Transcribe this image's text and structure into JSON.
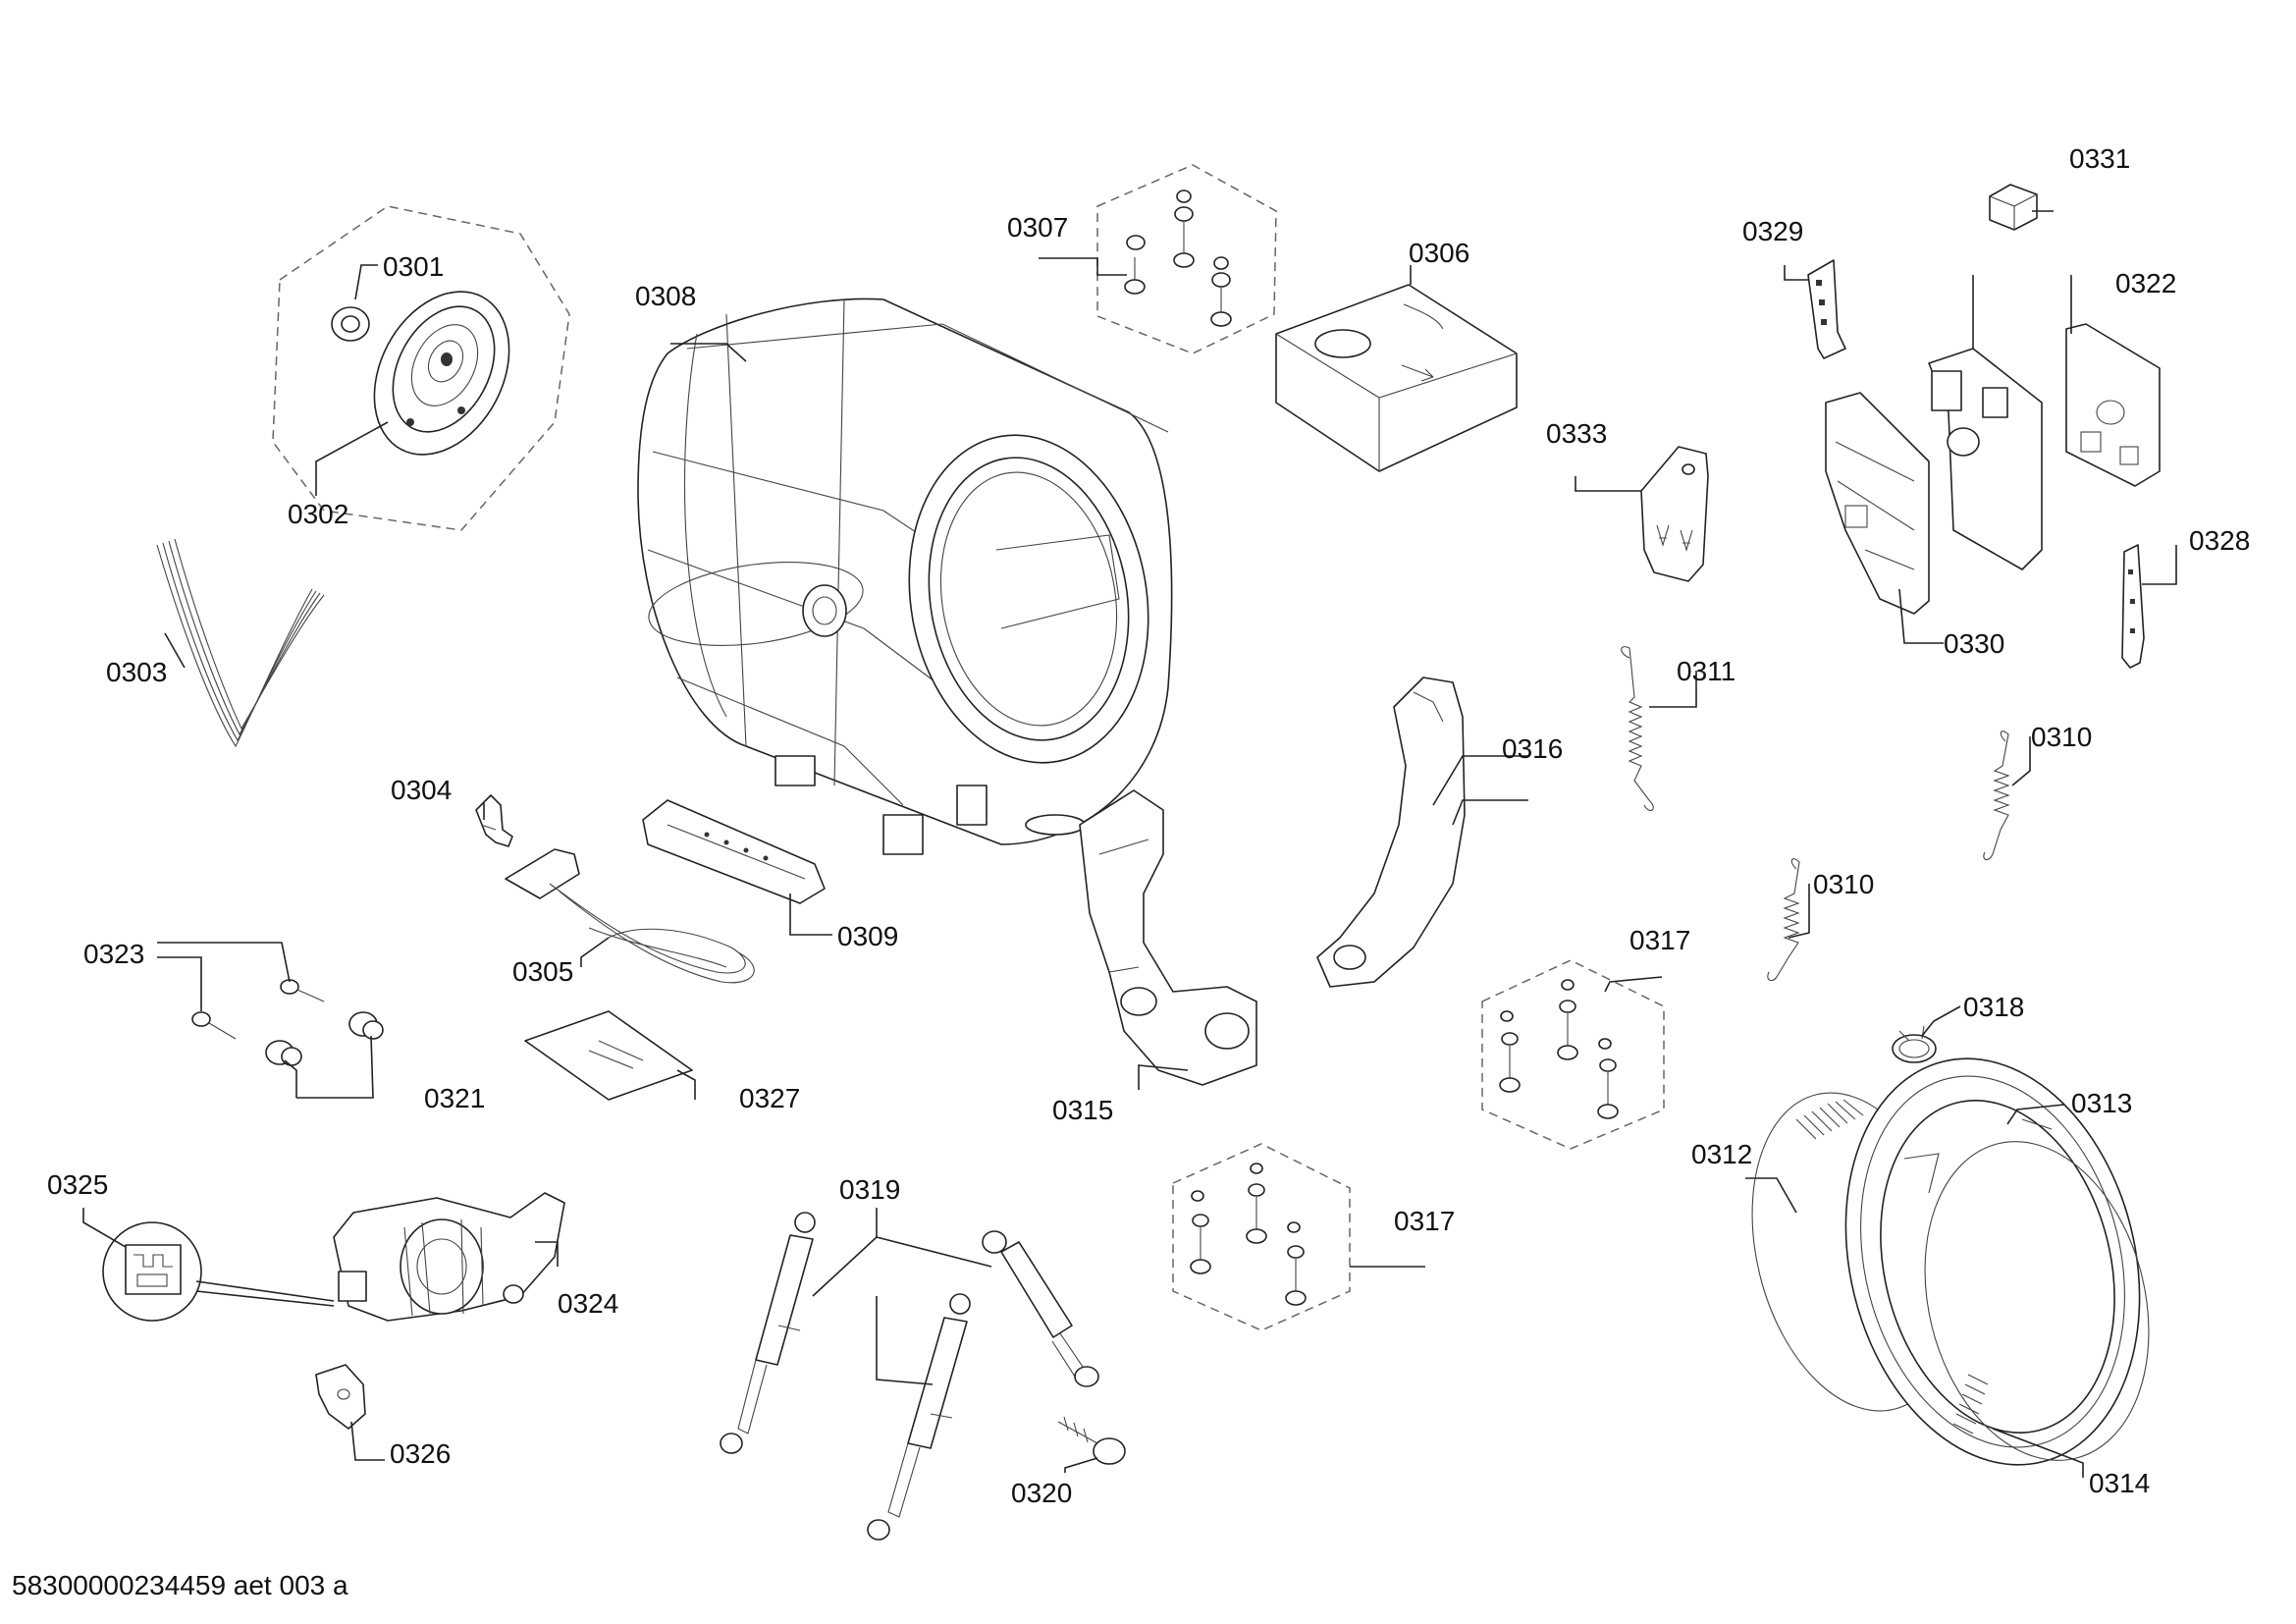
{
  "footer": {
    "reference": "58300000234459 aet 003 a"
  },
  "labels": {
    "p0301": "0301",
    "p0302": "0302",
    "p0303": "0303",
    "p0304": "0304",
    "p0305": "0305",
    "p0306": "0306",
    "p0307": "0307",
    "p0308": "0308",
    "p0309": "0309",
    "p0310a": "0310",
    "p0310b": "0310",
    "p0311": "0311",
    "p0312": "0312",
    "p0313": "0313",
    "p0314": "0314",
    "p0315": "0315",
    "p0316": "0316",
    "p0317a": "0317",
    "p0317b": "0317",
    "p0318": "0318",
    "p0319": "0319",
    "p0320": "0320",
    "p0321": "0321",
    "p0322": "0322",
    "p0323": "0323",
    "p0324": "0324",
    "p0325": "0325",
    "p0326": "0326",
    "p0327": "0327",
    "p0328": "0328",
    "p0329": "0329",
    "p0330": "0330",
    "p0331": "0331",
    "p0333": "0333"
  }
}
